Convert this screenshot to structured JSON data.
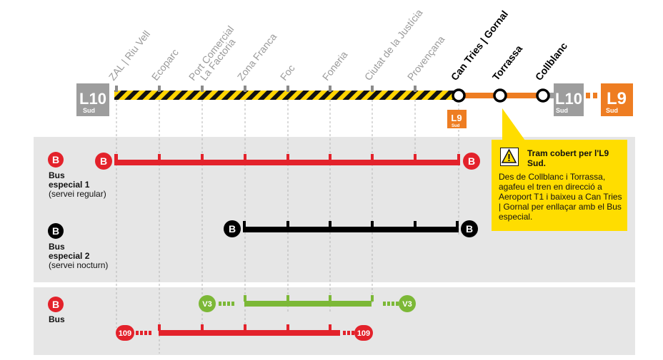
{
  "stations": [
    {
      "name": "ZAL | Riu Vell",
      "status": "closed"
    },
    {
      "name": "Ecoparc",
      "status": "closed"
    },
    {
      "name": "Port Comercial | La Factoria",
      "status": "closed",
      "line1": "Port Comercial",
      "line2": "La Factoria"
    },
    {
      "name": "Zona Franca",
      "status": "closed"
    },
    {
      "name": "Foc",
      "status": "closed"
    },
    {
      "name": "Foneria",
      "status": "closed"
    },
    {
      "name": "Ciutat de la Justícia",
      "status": "closed"
    },
    {
      "name": "Provençana",
      "status": "closed"
    },
    {
      "name": "Can Tries | Gornal",
      "status": "open"
    },
    {
      "name": "Torrassa",
      "status": "open"
    },
    {
      "name": "Collblanc",
      "status": "open"
    }
  ],
  "lines": {
    "l10_left": {
      "code": "L10",
      "sub": "Sud"
    },
    "l10_right": {
      "code": "L10",
      "sub": "Sud"
    },
    "l9_right": {
      "code": "L9",
      "sub": "Sud"
    },
    "l9_small": {
      "code": "L9",
      "sub": "Sud"
    }
  },
  "bus_services": {
    "special1": {
      "name": "Bus",
      "name2": "especial 1",
      "note": "(servei regular)",
      "badge": "B"
    },
    "special2": {
      "name": "Bus",
      "name2": "especial 2",
      "note": "(servei nocturn)",
      "badge": "B"
    },
    "regular": {
      "name": "Bus",
      "badge": "B"
    },
    "v3": {
      "label": "V3"
    },
    "bus109": {
      "label": "109"
    }
  },
  "notice": {
    "title": "Tram cobert per l'L9 Sud.",
    "body": "Des de Collblanc i Torrassa, agafeu el tren en direcció a Aeroport T1 i baixeu a Can Tries | Gornal per enllaçar amb el Bus especial."
  },
  "colors": {
    "closed_gray": "#999999",
    "hazard_yellow": "#ffd400",
    "l9_orange": "#ee7d22",
    "l10_gray": "#9d9d9d",
    "bus_red": "#e3222b",
    "bus_black": "#000000",
    "v3_green": "#7cb837",
    "panel_gray": "#e6e6e6",
    "notice_yellow": "#ffdd00"
  }
}
